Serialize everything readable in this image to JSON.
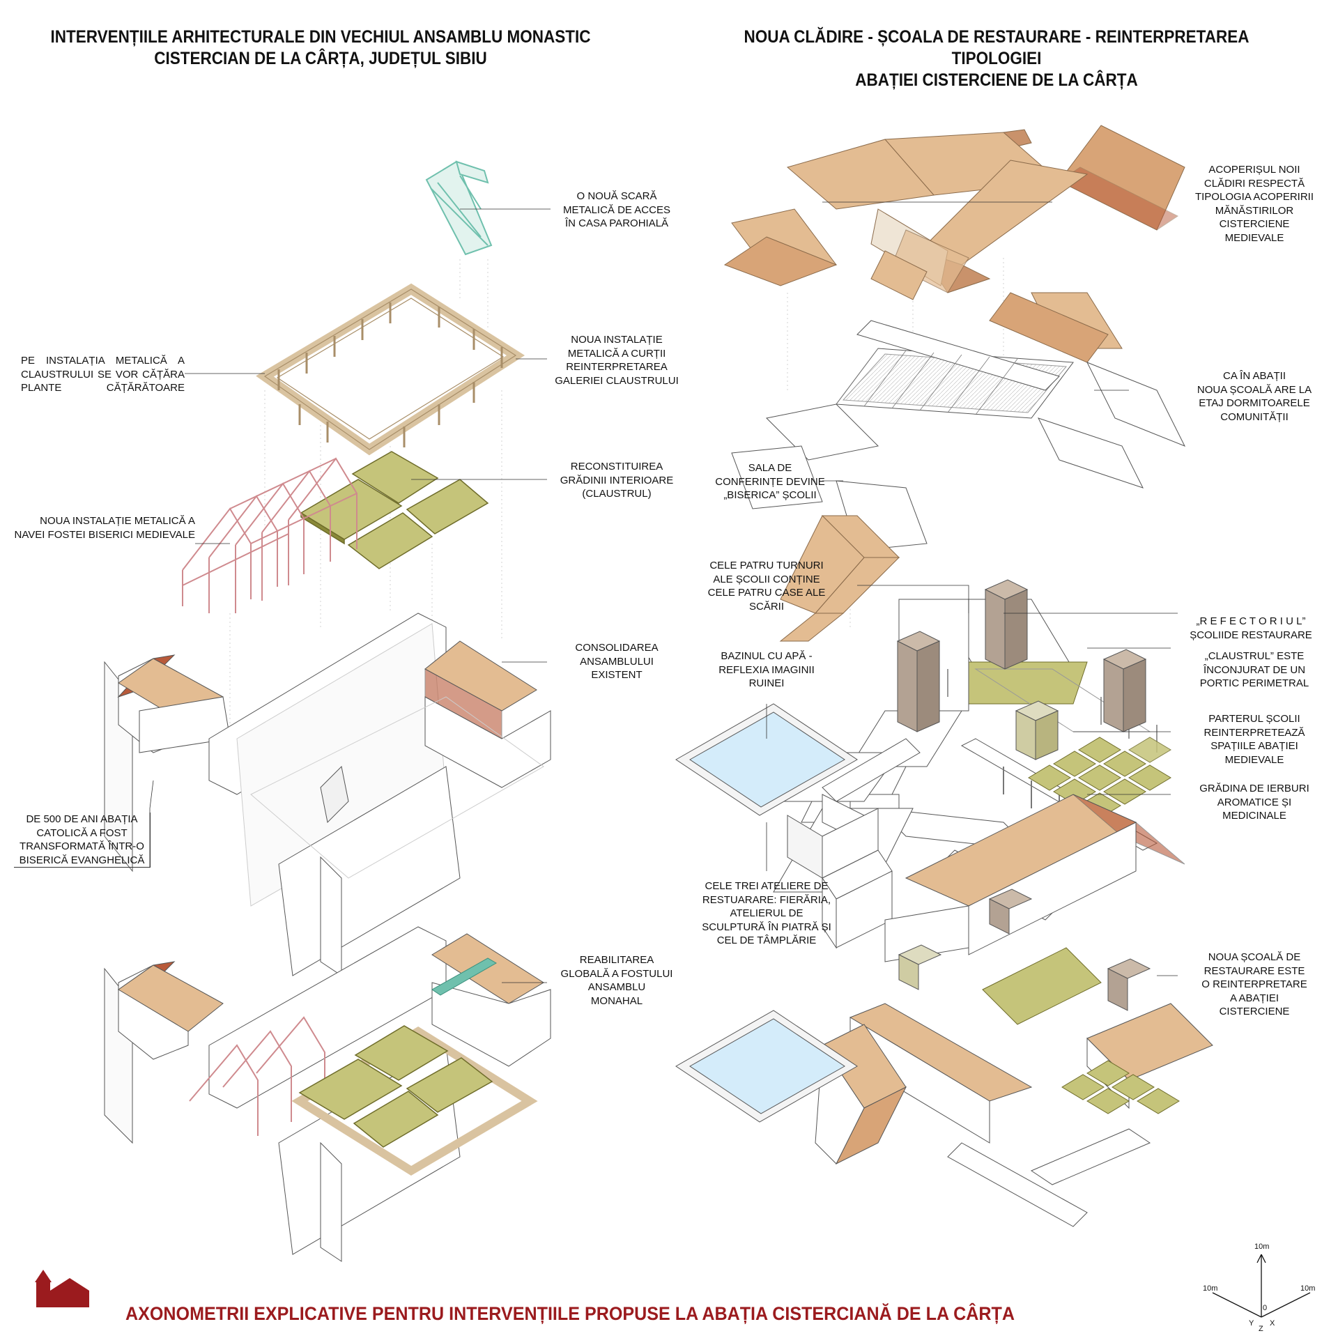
{
  "titles": {
    "left_line1": "INTERVENȚIILE ARHITECTURALE DIN VECHIUL ANSAMBLU MONASTIC",
    "left_line2": "CISTERCIAN DE LA CÂRȚA, JUDEȚUL SIBIU",
    "right_line1": "NOUA CLĂDIRE - ȘCOALA DE RESTAURARE - REINTERPRETAREA TIPOLOGIEI",
    "right_line2": "ABAȚIEI CISTERCIENE DE LA CÂRȚA"
  },
  "left_labels": {
    "scara": [
      "O NOUĂ SCARĂ",
      "METALICĂ DE ACCES",
      "ÎN CASA PAROHIALĂ"
    ],
    "plante": [
      "PE INSTALAȚIA METALICĂ A",
      "CLAUSTRULUI SE VOR CĂȚĂRA",
      "PLANTE CĂȚĂRĂTOARE"
    ],
    "instalatie_curte": [
      "NOUA INSTALAȚIE",
      "METALICĂ A CURȚII",
      "REINTERPRETAREA",
      "GALERIEI CLAUSTRULUI"
    ],
    "gradina": [
      "RECONSTITUIREA",
      "GRĂDINII INTERIOARE",
      "(CLAUSTRUL)"
    ],
    "nava": [
      "NOUA INSTALAȚIE METALICĂ A",
      "NAVEI FOSTEI BISERICI MEDIEVALE"
    ],
    "consolidare": [
      "CONSOLIDAREA",
      "ANSAMBLULUI",
      "EXISTENT"
    ],
    "abatie": [
      "DE 500 DE ANI ABAȚIA",
      "CATOLICĂ A FOST",
      "TRANSFORMATĂ ÎNTR-O",
      "BISERICĂ EVANGHELICĂ"
    ],
    "reabilitare": [
      "REABILITAREA",
      "GLOBALĂ A FOSTULUI",
      "ANSAMBLU",
      "MONAHAL"
    ]
  },
  "right_labels": {
    "acoperis": [
      "ACOPERIȘUL NOII",
      "CLĂDIRI RESPECTĂ",
      "TIPOLOGIA ACOPERIRII",
      "MĂNĂSTIRILOR",
      "CISTERCIENE",
      "MEDIEVALE"
    ],
    "dormitoare": [
      "CA ÎN ABAȚII",
      "NOUA ȘCOALĂ ARE LA",
      "ETAJ DORMITOARELE",
      "COMUNITĂȚII"
    ],
    "sala": [
      "SALA DE",
      "CONFERINȚE DEVINE",
      "„BISERICA” ȘCOLII"
    ],
    "turnuri": [
      "CELE PATRU TURNURI",
      "ALE ȘCOLII CONȚINE",
      "CELE PATRU CASE ALE",
      "SCĂRII"
    ],
    "refectoriul": [
      "„R E F E C T O R I U L”",
      "ȘCOLIIDE RESTAURARE"
    ],
    "claustrul": [
      "„CLAUSTRUL” ESTE",
      "ÎNCONJURAT DE UN",
      "PORTIC PERIMETRAL"
    ],
    "bazinul": [
      "BAZINUL CU APĂ -",
      "REFLEXIA IMAGINII",
      "RUINEI"
    ],
    "parterul": [
      "PARTERUL ȘCOLII",
      "REINTERPRETEAZĂ",
      "SPAȚIILE ABAȚIEI",
      "MEDIEVALE"
    ],
    "gradina_ierburi": [
      "GRĂDINA DE IERBURI",
      "AROMATICE ȘI",
      "MEDICINALE"
    ],
    "ateliere": [
      "CELE TREI ATELIERE DE",
      "RESTUARARE: FIERĂRIA,",
      "ATELIERUL DE",
      "SCULPTURĂ ÎN PIATRĂ ȘI",
      "CEL DE TÂMPLĂRIE"
    ],
    "noua_scoala": [
      "NOUA ȘCOALĂ DE",
      "RESTAURARE ESTE",
      "O REINTERPRETARE",
      "A ABAȚIEI",
      "CISTERCIENE"
    ]
  },
  "axes": {
    "z": "10m",
    "x": "10m",
    "y": "10m",
    "origin": "0",
    "x_letter": "X",
    "y_letter": "Y",
    "z_letter": "Z"
  },
  "footer": {
    "title": "AXONOMETRII EXPLICATIVE PENTRU INTERVENȚIILE PROPUSE LA ABAȚIA CISTERCIANĂ DE LA CÂRȚA"
  },
  "colors": {
    "roof": "#e3bc92",
    "roof_dark": "#b85a3a",
    "grass": "#c5c47a",
    "grass_edge": "#6e6c2a",
    "metal_red": "#cf8a8e",
    "metal_wood": "#d9c3a0",
    "stair_green": "#6fc0ad",
    "tower": "#b3a293",
    "water": "#d4ecfa",
    "footer_red": "#9b1b1e"
  }
}
